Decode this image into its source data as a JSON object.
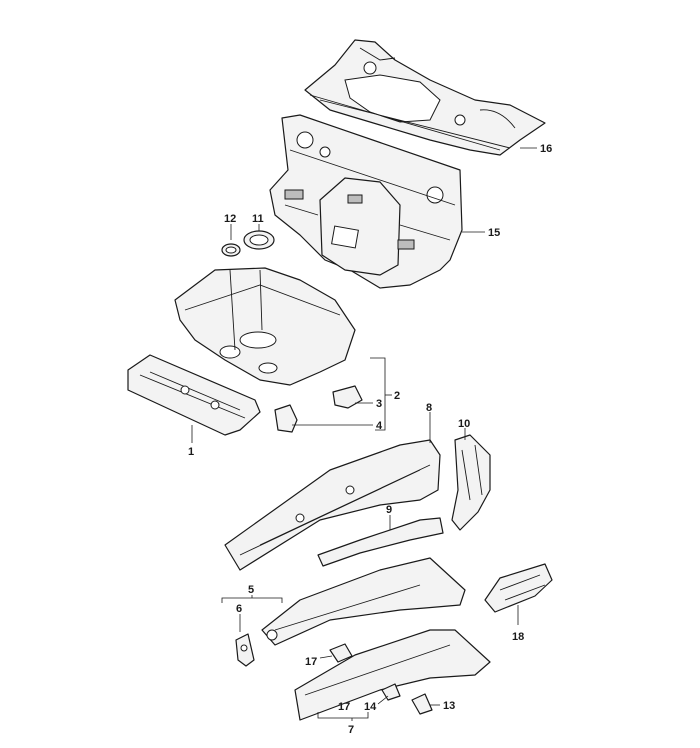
{
  "callouts": {
    "n1": "1",
    "n2": "2",
    "n3": "3",
    "n4": "4",
    "n5": "5",
    "n6": "6",
    "n7": "7",
    "n8": "8",
    "n9": "9",
    "n10": "10",
    "n11": "11",
    "n12": "12",
    "n13": "13",
    "n14": "14",
    "n15": "15",
    "n16": "16",
    "n17a": "17",
    "n17b": "17",
    "n18": "18"
  }
}
